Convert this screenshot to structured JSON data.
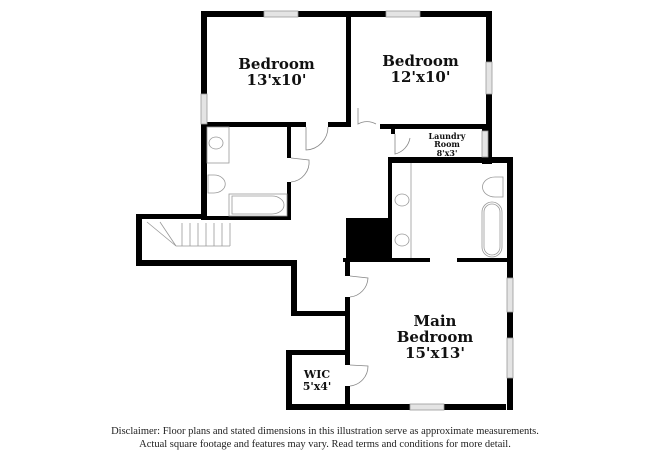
{
  "floorplan": {
    "rooms": [
      {
        "id": "bedroom-1",
        "name": "Bedroom",
        "dims": "13'x10'"
      },
      {
        "id": "bedroom-2",
        "name": "Bedroom",
        "dims": "12'x10'"
      },
      {
        "id": "laundry",
        "name": "Laundry Room",
        "name_line1": "Laundry",
        "name_line2": "Room",
        "dims": "8'x3'"
      },
      {
        "id": "main-bedroom",
        "name": "Main Bedroom",
        "name_line1": "Main",
        "name_line2": "Bedroom",
        "dims": "15'x13'"
      },
      {
        "id": "wic",
        "name": "WIC",
        "dims": "5'x4'"
      }
    ],
    "colors": {
      "wall": "#000000",
      "window": "#d9d9d9",
      "fixture": "#888888",
      "background": "#ffffff"
    }
  },
  "disclaimer": {
    "line1": "Disclaimer: Floor plans and stated dimensions in this illustration serve as approximate measurements.",
    "line2": "Actual square footage and features may vary. Read terms and conditions for more detail."
  }
}
